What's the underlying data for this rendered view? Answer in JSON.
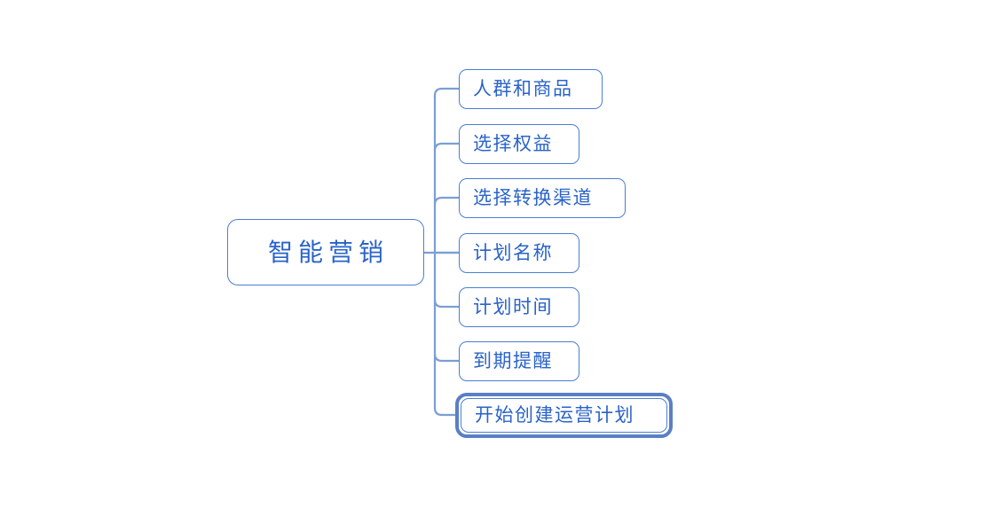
{
  "diagram": {
    "type": "mind-map",
    "title": "智能营销",
    "background_color": "#ffffff",
    "node_border_color": "#4a7fd0",
    "node_text_color": "#2a63c8",
    "connector_color": "#7b9fd4",
    "selection_color": "#5b7fc4",
    "root": {
      "label": "智能营销"
    },
    "children": [
      {
        "label": "人群和商品",
        "selected": false
      },
      {
        "label": "选择权益",
        "selected": false
      },
      {
        "label": "选择转换渠道",
        "selected": false
      },
      {
        "label": "计划名称",
        "selected": false
      },
      {
        "label": "计划时间",
        "selected": false
      },
      {
        "label": "到期提醒",
        "selected": false
      },
      {
        "label": "开始创建运营计划",
        "selected": true
      }
    ]
  }
}
